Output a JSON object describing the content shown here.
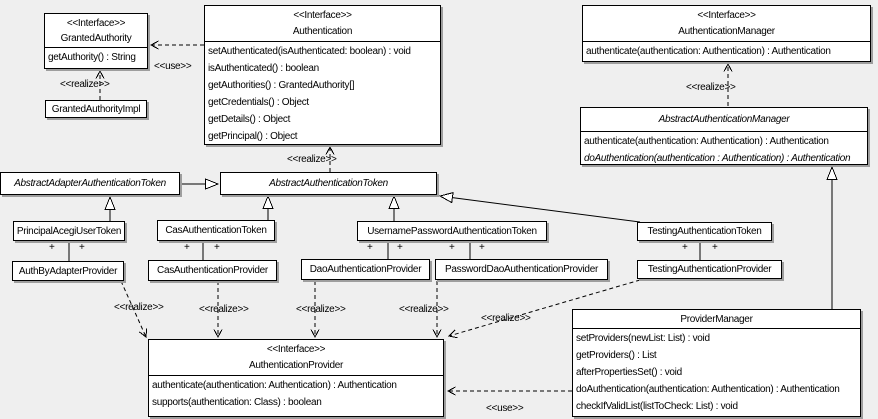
{
  "diagram_type": "uml-class-diagram",
  "colors": {
    "background": "#efefef",
    "box_fill": "#ffffff",
    "line": "#000000",
    "shadow": "#9e9e9e"
  },
  "labels": {
    "realize": "<<realize>>",
    "use": "<<use>>",
    "plus": "+"
  },
  "classes": {
    "granted_authority": {
      "stereotype": "<<Interface>>",
      "name": "GrantedAuthority",
      "methods": [
        "getAuthority() : String"
      ]
    },
    "granted_authority_impl": {
      "name": "GrantedAuthorityImpl"
    },
    "authentication": {
      "stereotype": "<<Interface>>",
      "name": "Authentication",
      "methods": [
        "setAuthenticated(isAuthenticated: boolean) : void",
        "isAuthenticated() : boolean",
        "getAuthorities() : GrantedAuthority[]",
        "getCredentials() : Object",
        "getDetails() : Object",
        "getPrincipal() : Object"
      ]
    },
    "authentication_manager": {
      "stereotype": "<<Interface>>",
      "name": "AuthenticationManager",
      "methods": [
        "authenticate(authentication: Authentication) : Authentication"
      ]
    },
    "abstract_authentication_manager": {
      "name": "AbstractAuthenticationManager",
      "abstract": true,
      "methods": [
        "authenticate(authentication: Authentication) : Authentication",
        "doAuthentication(authentication : Authentication) : Authentication"
      ]
    },
    "abstract_adapter_authentication_token": {
      "name": "AbstractAdapterAuthenticationToken",
      "abstract": true
    },
    "abstract_authentication_token": {
      "name": "AbstractAuthenticationToken",
      "abstract": true
    },
    "principal_acegi_user_token": {
      "name": "PrincipalAcegiUserToken"
    },
    "cas_authentication_token": {
      "name": "CasAuthenticationToken"
    },
    "username_password_authentication_token": {
      "name": "UsernamePasswordAuthenticationToken"
    },
    "testing_authentication_token": {
      "name": "TestingAuthenticationToken"
    },
    "auth_by_adapter_provider": {
      "name": "AuthByAdapterProvider"
    },
    "cas_authentication_provider": {
      "name": "CasAuthenticationProvider"
    },
    "dao_authentication_provider": {
      "name": "DaoAuthenticationProvider"
    },
    "password_dao_authentication_provider": {
      "name": "PasswordDaoAuthenticationProvider"
    },
    "testing_authentication_provider": {
      "name": "TestingAuthenticationProvider"
    },
    "authentication_provider": {
      "stereotype": "<<Interface>>",
      "name": "AuthenticationProvider",
      "methods": [
        "authenticate(authentication: Authentication) : Authentication",
        "supports(authentication: Class) : boolean"
      ]
    },
    "provider_manager": {
      "name": "ProviderManager",
      "methods": [
        "setProviders(newList: List) : void",
        "getProviders() : List",
        "afterPropertiesSet() : void",
        "doAuthentication(authentication: Authentication) : Authentication",
        "checkIfValidList(listToCheck: List) : void"
      ]
    }
  },
  "relationships": [
    {
      "type": "use",
      "from": "Authentication",
      "to": "GrantedAuthority",
      "label": "<<use>>"
    },
    {
      "type": "realize",
      "from": "GrantedAuthorityImpl",
      "to": "GrantedAuthority",
      "label": "<<realize>>"
    },
    {
      "type": "realize",
      "from": "AbstractAuthenticationManager",
      "to": "AuthenticationManager",
      "label": "<<realize>>"
    },
    {
      "type": "realize",
      "from": "AbstractAuthenticationToken",
      "to": "Authentication",
      "label": "<<realize>>"
    },
    {
      "type": "generalize",
      "from": "AbstractAdapterAuthenticationToken",
      "to": "AbstractAuthenticationToken"
    },
    {
      "type": "generalize",
      "from": "PrincipalAcegiUserToken",
      "to": "AbstractAdapterAuthenticationToken"
    },
    {
      "type": "generalize",
      "from": "CasAuthenticationToken",
      "to": "AbstractAuthenticationToken"
    },
    {
      "type": "generalize",
      "from": "UsernamePasswordAuthenticationToken",
      "to": "AbstractAuthenticationToken"
    },
    {
      "type": "generalize",
      "from": "TestingAuthenticationToken",
      "to": "AbstractAuthenticationToken"
    },
    {
      "type": "generalize",
      "from": "ProviderManager",
      "to": "AbstractAuthenticationManager"
    },
    {
      "type": "association",
      "from": "PrincipalAcegiUserToken",
      "to": "AuthByAdapterProvider",
      "end_labels": [
        "+",
        "+"
      ]
    },
    {
      "type": "association",
      "from": "CasAuthenticationToken",
      "to": "CasAuthenticationProvider",
      "end_labels": [
        "+",
        "+"
      ]
    },
    {
      "type": "association",
      "from": "UsernamePasswordAuthenticationToken",
      "to": "DaoAuthenticationProvider",
      "end_labels": [
        "+",
        "+"
      ]
    },
    {
      "type": "association",
      "from": "UsernamePasswordAuthenticationToken",
      "to": "PasswordDaoAuthenticationProvider",
      "end_labels": [
        "+",
        "+"
      ]
    },
    {
      "type": "association",
      "from": "TestingAuthenticationToken",
      "to": "TestingAuthenticationProvider",
      "end_labels": [
        "+",
        "+"
      ]
    },
    {
      "type": "realize",
      "from": "AuthByAdapterProvider",
      "to": "AuthenticationProvider",
      "label": "<<realize>>"
    },
    {
      "type": "realize",
      "from": "CasAuthenticationProvider",
      "to": "AuthenticationProvider",
      "label": "<<realize>>"
    },
    {
      "type": "realize",
      "from": "DaoAuthenticationProvider",
      "to": "AuthenticationProvider",
      "label": "<<realize>>"
    },
    {
      "type": "realize",
      "from": "PasswordDaoAuthenticationProvider",
      "to": "AuthenticationProvider",
      "label": "<<realize>>"
    },
    {
      "type": "realize",
      "from": "TestingAuthenticationProvider",
      "to": "AuthenticationProvider",
      "label": "<<realize>>"
    },
    {
      "type": "use",
      "from": "ProviderManager",
      "to": "AuthenticationProvider",
      "label": "<<use>>"
    }
  ]
}
